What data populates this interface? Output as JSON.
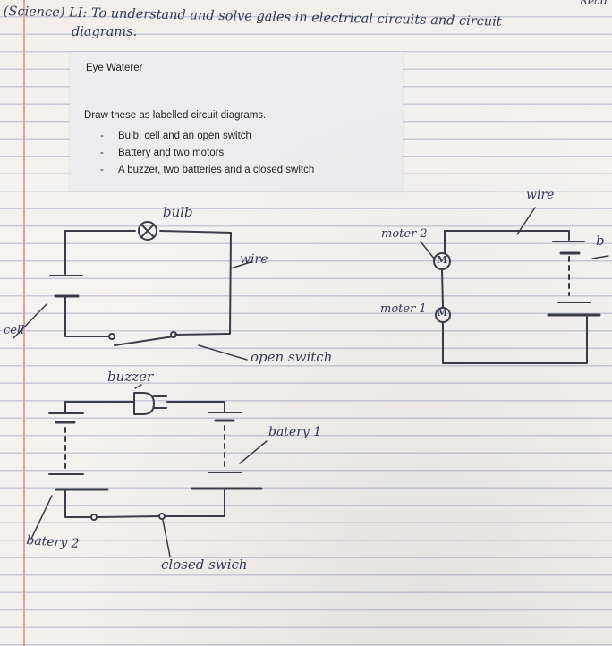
{
  "heading": {
    "line1": "(Science) LI: To understand and solve gales in electrical circuits and circuit",
    "line2": "diagrams.",
    "corner": "Read"
  },
  "worksheet": {
    "title": "Eye Waterer",
    "instruction": "Draw these as labelled circuit diagrams.",
    "tasks": [
      "Bulb, cell and an open switch",
      "Battery and two motors",
      "A buzzer, two batteries and a closed switch"
    ]
  },
  "labels": {
    "bulb": "bulb",
    "wire_left": "wire",
    "cell": "cell",
    "open_switch": "open switch",
    "buzzer": "buzzer",
    "battery_1": "batery 1",
    "battery_2": "batery 2",
    "closed_switch": "closed swich",
    "motor_2": "moter 2",
    "motor_1": "moter 1",
    "wire_right": "wire",
    "b_partial": "b"
  },
  "symbols": {
    "motor": "M"
  }
}
